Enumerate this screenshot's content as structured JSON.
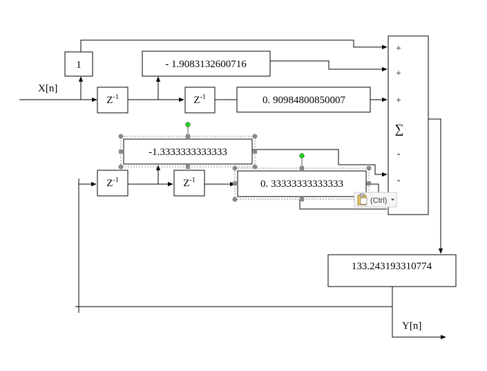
{
  "labels": {
    "input": "X[n]",
    "output": "Y[n]"
  },
  "delays": {
    "label_base": "Z",
    "label_exp": "-1"
  },
  "coefficients": {
    "feedforward_b0": "1",
    "feedforward_b1": "- 1.9083132600716",
    "feedforward_b2": "0. 90984800850007",
    "feedback_a1": "-1.3333333333333",
    "feedback_a2": "0. 33333333333333",
    "gain": "133.243193310774"
  },
  "summer": {
    "symbol": "∑",
    "signs": [
      "+",
      "+",
      "+",
      "-",
      "-"
    ]
  },
  "paste_options": {
    "label": "(Ctrl)",
    "icon": "clipboard-icon"
  },
  "colors": {
    "selection_handle": "#888888",
    "rotation_handle": "#22cc22"
  }
}
